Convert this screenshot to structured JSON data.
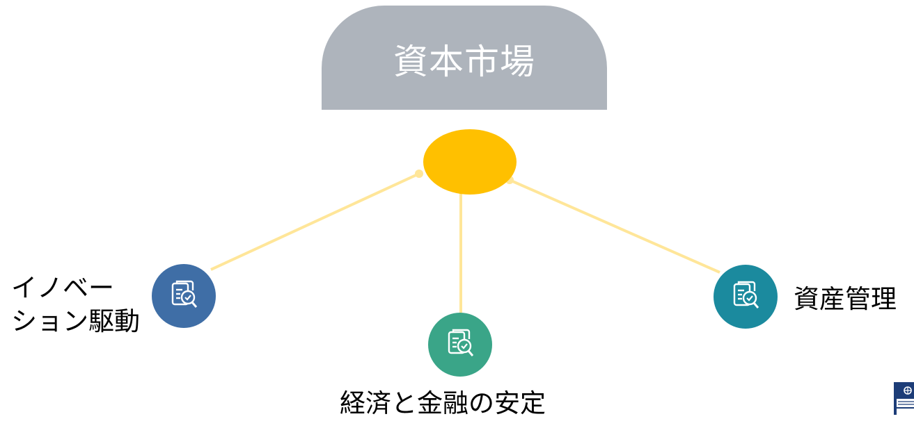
{
  "title": "資本市場",
  "colors": {
    "title_box": "#aeb4bc",
    "hub": "#ffc000",
    "connector": "#ffe699",
    "node_left": "#3f6ea6",
    "node_center": "#3aa588",
    "node_right": "#1b8a9e",
    "logo": "#1d3d78"
  },
  "nodes": [
    {
      "id": "left",
      "icon": "document-search-icon",
      "label_line1": "イノベー",
      "label_line2": "ション駆動"
    },
    {
      "id": "center",
      "icon": "document-search-icon",
      "label": "経済と金融の安定"
    },
    {
      "id": "right",
      "icon": "document-search-icon",
      "label": "資産管理"
    }
  ],
  "logo": {
    "icon": "institution-logo-icon"
  }
}
